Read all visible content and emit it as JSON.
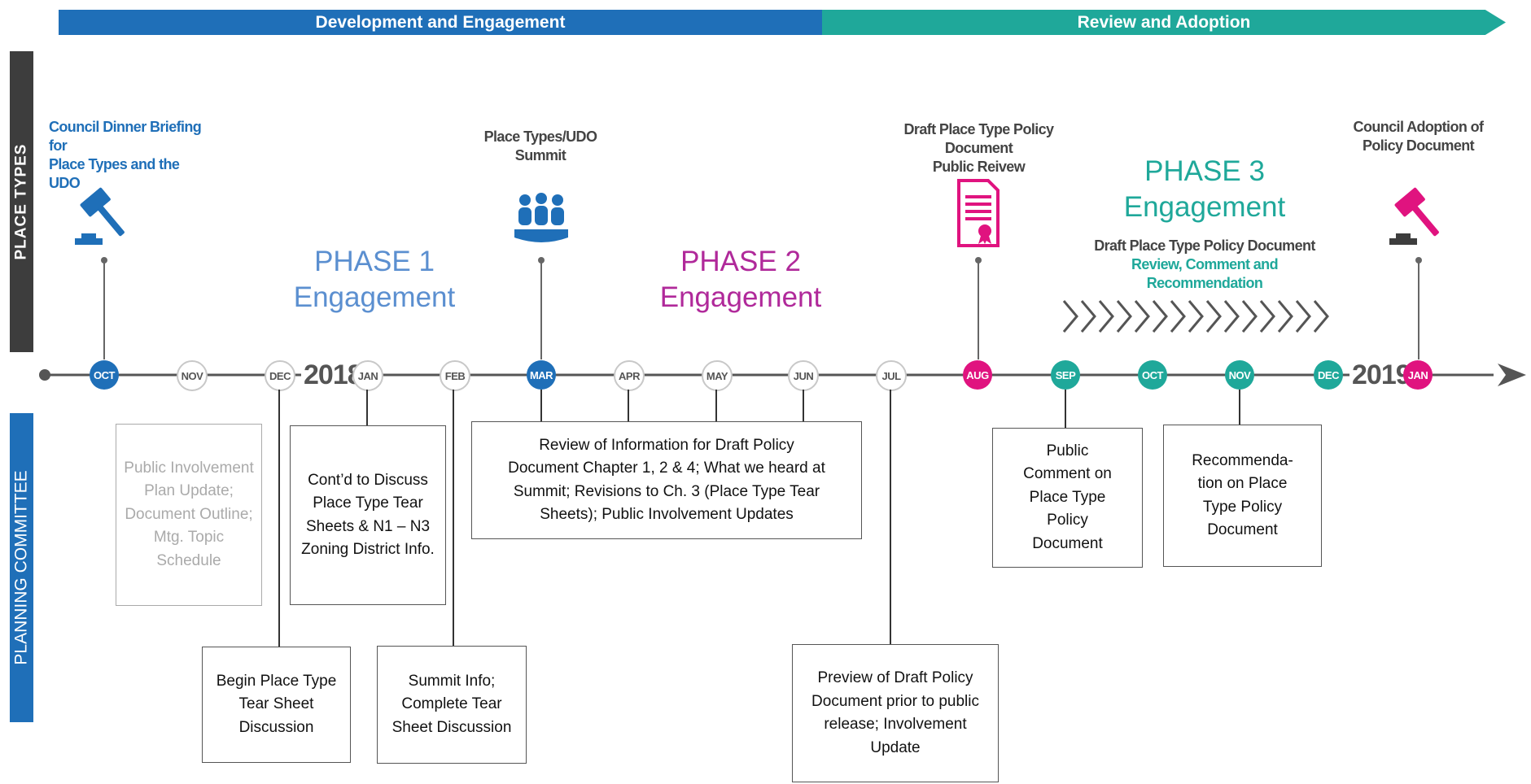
{
  "banner": {
    "left": "Development and Engagement",
    "right": "Review and Adoption",
    "left_color": "#1f6fb8",
    "right_color": "#1fa89a"
  },
  "sidebar": {
    "top": "PLACE TYPES",
    "bottom": "PLANNING COMMITTEE"
  },
  "timeline": {
    "years": [
      "2018",
      "2019"
    ],
    "months": [
      {
        "label": "OCT",
        "style": "blue"
      },
      {
        "label": "NOV",
        "style": "outline"
      },
      {
        "label": "DEC",
        "style": "outline"
      },
      {
        "label": "JAN",
        "style": "outline"
      },
      {
        "label": "FEB",
        "style": "outline"
      },
      {
        "label": "MAR",
        "style": "blue"
      },
      {
        "label": "APR",
        "style": "outline"
      },
      {
        "label": "MAY",
        "style": "outline"
      },
      {
        "label": "JUN",
        "style": "outline"
      },
      {
        "label": "JUL",
        "style": "outline"
      },
      {
        "label": "AUG",
        "style": "pink"
      },
      {
        "label": "SEP",
        "style": "teal"
      },
      {
        "label": "OCT",
        "style": "teal"
      },
      {
        "label": "NOV",
        "style": "teal"
      },
      {
        "label": "DEC",
        "style": "teal"
      },
      {
        "label": "JAN",
        "style": "pink"
      }
    ]
  },
  "phases": {
    "p1": {
      "line1": "PHASE 1",
      "line2": "Engagement",
      "color": "#5b8fd0"
    },
    "p2": {
      "line1": "PHASE 2",
      "line2": "Engagement",
      "color": "#b0299a"
    },
    "p3": {
      "line1": "PHASE 3",
      "line2": "Engagement",
      "color": "#1fa89a"
    }
  },
  "events": {
    "council_dinner": {
      "line1": "Council Dinner Briefing for",
      "line2": "Place Types and the UDO",
      "icon": "gavel-icon"
    },
    "summit": {
      "line1": "Place Types/UDO",
      "line2": "Summit",
      "icon": "group-icon"
    },
    "draft_review": {
      "line1": "Draft Place Type Policy Document",
      "line2": "Public Reivew",
      "icon": "document-icon"
    },
    "phase3_sub": {
      "line1": "Draft Place Type Policy Document",
      "line2": "Review, Comment and Recommendation"
    },
    "council_adoption": {
      "line1": "Council Adoption of",
      "line2": "Policy Document",
      "icon": "gavel-icon"
    }
  },
  "boxes": {
    "nov": "Public Involvement Plan Update; Document Outline; Mtg. Topic Schedule",
    "jan": "Cont’d to Discuss Place Type Tear Sheets &  N1 – N3  Zoning District Info.",
    "dec": "Begin Place Type Tear Sheet Discussion",
    "feb": "Summit Info; Complete Tear Sheet Discussion",
    "mar_jun": "Review of Information for Draft Policy Document Chapter 1, 2 & 4; What we heard at Summit; Revisions to Ch. 3 (Place Type Tear Sheets); Public Involvement  Updates",
    "jul": "Preview of Draft Policy Document prior to public release; Involvement Update",
    "sep": "Public Comment on Place Type Policy Document",
    "nov2": "Recommenda-tion  on Place Type Policy Document"
  },
  "colors": {
    "blue": "#1f6fb8",
    "teal": "#1fa89a",
    "pink": "#e0137f",
    "sidebar_top": "#3d3d3d",
    "sidebar_bottom": "#1f6fb8"
  }
}
